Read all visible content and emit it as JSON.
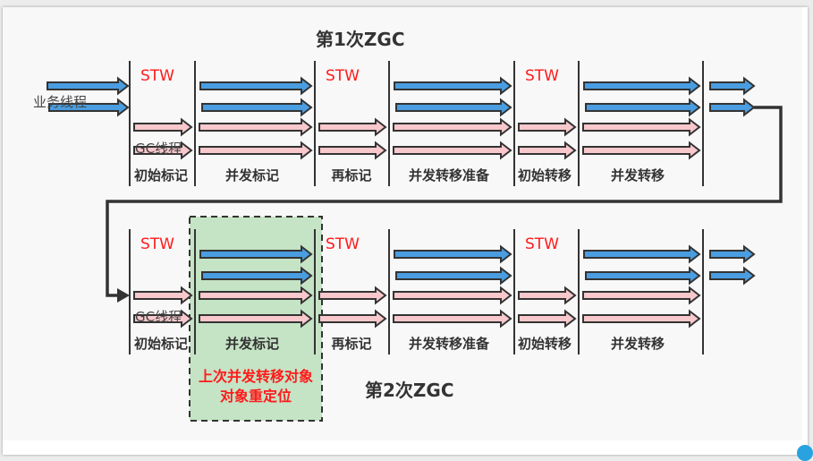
{
  "colors": {
    "business_arrow": "#4a9de0",
    "gc_arrow": "#f8c8cc",
    "arrow_outline": "#333333",
    "stw_text": "#ff1a1a",
    "highlight_fill": "#c5e3c5",
    "highlight_text": "#ff1a1a",
    "line": "#333333",
    "title_text": "#333333",
    "phase_text": "#333333"
  },
  "labels": {
    "business_threads": "业务线程",
    "gc_threads": "GC线程",
    "stw": "STW"
  },
  "cycles": [
    {
      "title": "第1次ZGC",
      "phases": [
        {
          "name": "初始标记",
          "stw": true,
          "business_threads": 0,
          "gc_threads": 2
        },
        {
          "name": "并发标记",
          "stw": false,
          "business_threads": 2,
          "gc_threads": 2
        },
        {
          "name": "再标记",
          "stw": true,
          "business_threads": 0,
          "gc_threads": 2
        },
        {
          "name": "并发转移准备",
          "stw": false,
          "business_threads": 2,
          "gc_threads": 2
        },
        {
          "name": "初始转移",
          "stw": true,
          "business_threads": 0,
          "gc_threads": 2
        },
        {
          "name": "并发转移",
          "stw": false,
          "business_threads": 2,
          "gc_threads": 2
        }
      ]
    },
    {
      "title": "第2次ZGC",
      "phases": [
        {
          "name": "初始标记",
          "stw": true,
          "business_threads": 0,
          "gc_threads": 2
        },
        {
          "name": "并发标记",
          "stw": false,
          "business_threads": 2,
          "gc_threads": 2
        },
        {
          "name": "再标记",
          "stw": true,
          "business_threads": 0,
          "gc_threads": 2
        },
        {
          "name": "并发转移准备",
          "stw": false,
          "business_threads": 2,
          "gc_threads": 2
        },
        {
          "name": "初始转移",
          "stw": true,
          "business_threads": 0,
          "gc_threads": 2
        },
        {
          "name": "并发转移",
          "stw": false,
          "business_threads": 2,
          "gc_threads": 2
        }
      ]
    }
  ],
  "highlight": {
    "cycle": 1,
    "phase": 1,
    "lines": [
      "上次并发转移对象",
      "对象重定位"
    ]
  }
}
